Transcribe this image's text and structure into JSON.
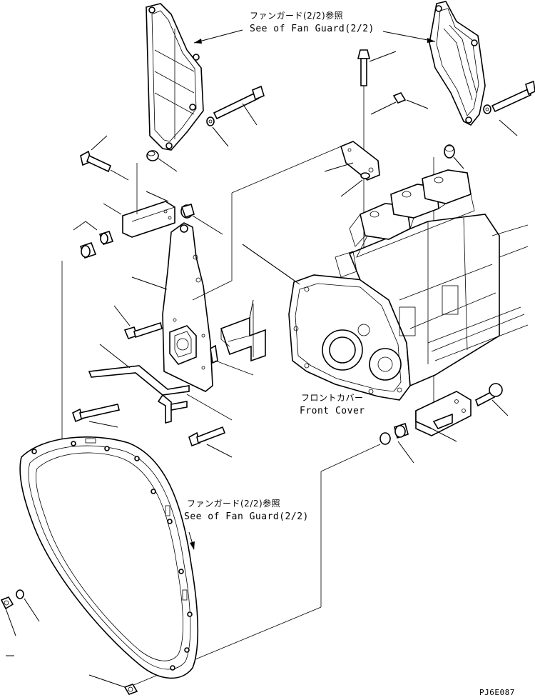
{
  "callouts": [
    {
      "id": "top",
      "jp": "ファンガード(2/2)参照",
      "en": "See of Fan Guard(2/2)"
    },
    {
      "id": "front",
      "jp": "フロントカバー",
      "en": "Front Cover"
    },
    {
      "id": "ring",
      "jp": "ファンガード(2/2)参照",
      "en": "See of Fan Guard(2/2)"
    }
  ],
  "drawing_code": "PJ6E087"
}
